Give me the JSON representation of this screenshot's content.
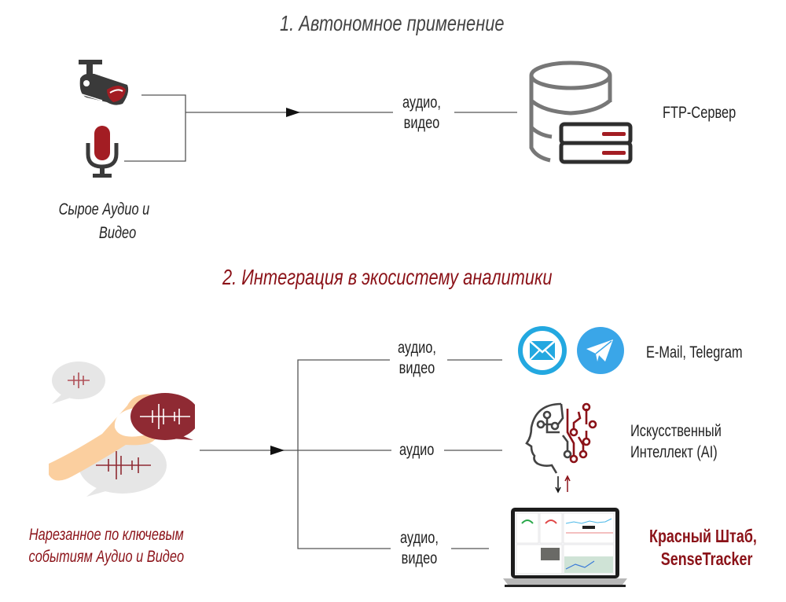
{
  "section1": {
    "title": "1. Автономное применение",
    "source_caption_line1": "Сырое Аудио и",
    "source_caption_line2": "Видео",
    "flow_label_line1": "аудио,",
    "flow_label_line2": "видео",
    "destination": "FTP-Сервер",
    "icons": [
      "cctv-camera-icon",
      "microphone-icon",
      "database-server-icon"
    ]
  },
  "section2": {
    "title": "2. Интеграция в экосистему   аналитики",
    "source_caption_line1": "Нарезанное по ключевым",
    "source_caption_line2": "событиям Аудио и Видео",
    "branches": [
      {
        "label_line1": "аудио,",
        "label_line2": "видео",
        "destination_line1": "E-Mail, Telegram",
        "destination_line2": ""
      },
      {
        "label_line1": "аудио",
        "label_line2": "",
        "destination_line1": "Искусственный",
        "destination_line2": "Интеллект (AI)"
      },
      {
        "label_line1": "аудио,",
        "label_line2": "видео",
        "destination_line1": "Красный Штаб,",
        "destination_line2": "SenseTracker"
      }
    ],
    "icons": [
      "hand-audio-bubbles-icon",
      "email-icon",
      "telegram-icon",
      "ai-head-icon",
      "laptop-dashboard-icon"
    ]
  },
  "colors": {
    "accent_red": "#8b1218",
    "icon_dark": "#3a3a3a",
    "line_gray": "#555555",
    "telegram_blue": "#3aa6e8",
    "email_blue": "#23a8e0"
  }
}
